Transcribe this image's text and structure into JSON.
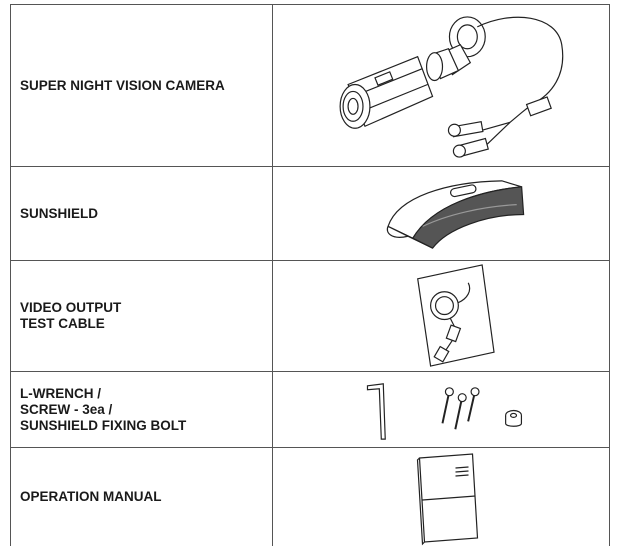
{
  "items": [
    {
      "lines": [
        "SUPER NIGHT VISION CAMERA"
      ],
      "icon": "bullet-camera-icon"
    },
    {
      "lines": [
        "SUNSHIELD"
      ],
      "icon": "sunshield-icon"
    },
    {
      "lines": [
        "VIDEO OUTPUT",
        "TEST CABLE"
      ],
      "icon": "test-cable-icon"
    },
    {
      "lines": [
        "L-WRENCH /",
        "SCREW - 3ea /",
        "SUNSHIELD FIXING BOLT"
      ],
      "icon": "wrench-screws-bolt-icon"
    },
    {
      "lines": [
        "OPERATION MANUAL"
      ],
      "icon": "manual-icon"
    }
  ]
}
